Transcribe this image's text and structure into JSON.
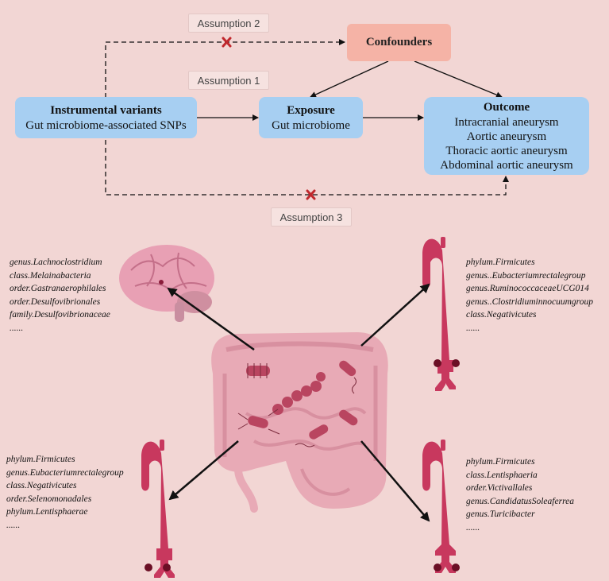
{
  "top": {
    "instrumental": {
      "title": "Instrumental variants",
      "subtitle": "Gut microbiome-associated SNPs"
    },
    "exposure": {
      "title": "Exposure",
      "subtitle": "Gut microbiome"
    },
    "confounders": {
      "title": "Confounders"
    },
    "outcome": {
      "title": "Outcome",
      "lines": [
        "Intracranial aneurysm",
        "Aortic aneurysm",
        "Thoracic aortic aneurysm",
        "Abdominal aortic aneurysm"
      ]
    },
    "assumptions": {
      "a1": "Assumption 1",
      "a2": "Assumption 2",
      "a3": "Assumption 3"
    }
  },
  "taxa": {
    "brain": [
      "genus.Lachnoclostridium",
      "class.Melainabacteria",
      "order.Gastranaerophilales",
      "order.Desulfovibrionales",
      "family.Desulfovibrionaceae",
      "......"
    ],
    "top_right": [
      "phylum.Firmicutes",
      "genus..Eubacteriumrectalegroup",
      "genus.RuminococcaceaeUCG014",
      "genus..Clostridiuminnocuumgroup",
      "class.Negativicutes",
      "......"
    ],
    "bottom_left": [
      "phylum.Firmicutes",
      "genus.Eubacteriumrectalegroup",
      "class.Negativicutes",
      "order.Selenomonadales",
      "phylum.Lentisphaerae",
      "......"
    ],
    "bottom_right": [
      "phylum.Firmicutes",
      "class.Lentisphaeria",
      "order.Victivallales",
      "genus.CandidatusSoleaferrea",
      "genus.Turicibacter",
      "......"
    ]
  },
  "colors": {
    "background": "#f2d6d4",
    "box_blue": "#a7cff2",
    "confounders": "#f5b3a6",
    "cross": "#c0282d",
    "aorta": "#c8385e",
    "intestine": "#e7a6b3",
    "brain": "#e8a0b4"
  },
  "icons": [
    "brain-icon",
    "intestine-icon",
    "aorta-icon",
    "bacteria-icon",
    "cross-icon"
  ]
}
